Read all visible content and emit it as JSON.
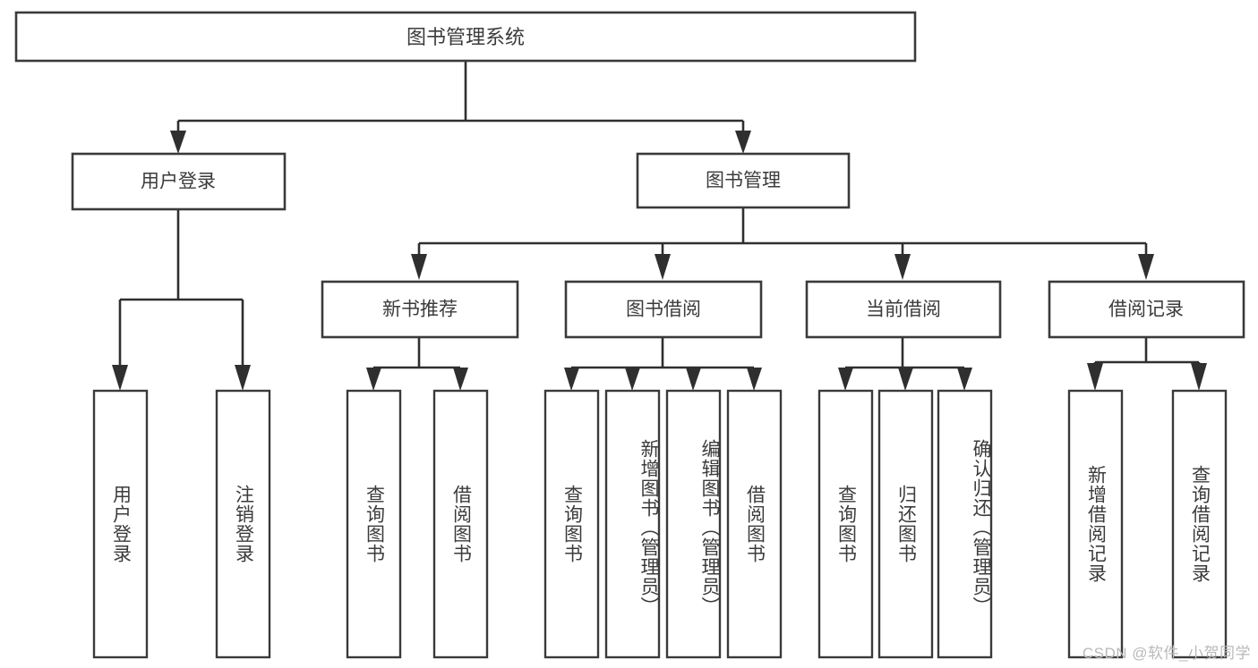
{
  "diagram": {
    "title": "图书管理系统",
    "watermark": "CSDN @软件_小贺同学",
    "type": "tree",
    "accent_color": "#3a3a3a",
    "background_color": "#ffffff",
    "root": {
      "id": "root",
      "label": "图书管理系统"
    },
    "level2": [
      {
        "id": "user-login",
        "label": "用户登录"
      },
      {
        "id": "book-manage",
        "label": "图书管理"
      }
    ],
    "level3": [
      {
        "id": "new-book-rec",
        "label": "新书推荐",
        "parent": "book-manage"
      },
      {
        "id": "book-borrow",
        "label": "图书借阅",
        "parent": "book-manage"
      },
      {
        "id": "current-borrow",
        "label": "当前借阅",
        "parent": "book-manage"
      },
      {
        "id": "borrow-record",
        "label": "借阅记录",
        "parent": "book-manage"
      }
    ],
    "leaves": [
      {
        "id": "leaf-user-login",
        "label": "用户登录",
        "parent": "user-login"
      },
      {
        "id": "leaf-logout",
        "label": "注销登录",
        "parent": "user-login"
      },
      {
        "id": "leaf-query-book-1",
        "label": "查询图书",
        "parent": "new-book-rec"
      },
      {
        "id": "leaf-borrow-book-1",
        "label": "借阅图书",
        "parent": "new-book-rec"
      },
      {
        "id": "leaf-query-book-2",
        "label": "查询图书",
        "parent": "book-borrow"
      },
      {
        "id": "leaf-add-book",
        "label": "新增图书（管理员）",
        "parent": "book-borrow"
      },
      {
        "id": "leaf-edit-book",
        "label": "编辑图书（管理员）",
        "parent": "book-borrow"
      },
      {
        "id": "leaf-borrow-book-2",
        "label": "借阅图书",
        "parent": "book-borrow"
      },
      {
        "id": "leaf-query-book-3",
        "label": "查询图书",
        "parent": "current-borrow"
      },
      {
        "id": "leaf-return-book",
        "label": "归还图书",
        "parent": "current-borrow"
      },
      {
        "id": "leaf-confirm-return",
        "label": "确认归还（管理员）",
        "parent": "current-borrow"
      },
      {
        "id": "leaf-add-record",
        "label": "新增借阅记录",
        "parent": "borrow-record"
      },
      {
        "id": "leaf-query-record",
        "label": "查询借阅记录",
        "parent": "borrow-record"
      }
    ]
  }
}
